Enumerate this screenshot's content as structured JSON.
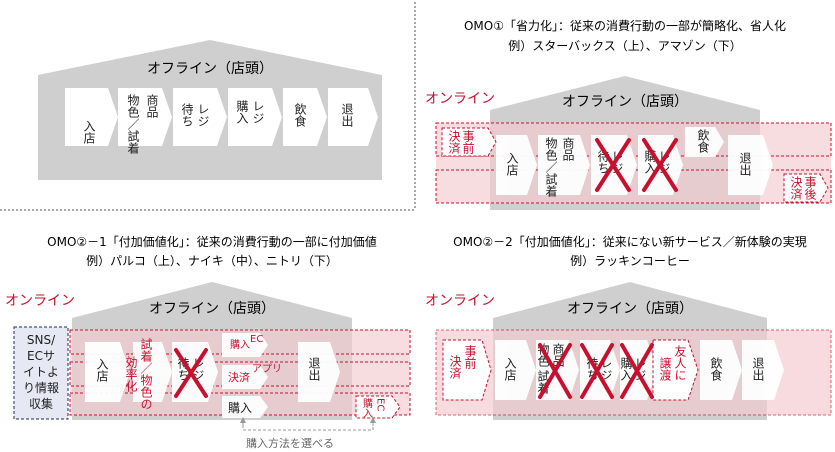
{
  "panel_tl": {
    "house_title": "オフライン（店頭）",
    "steps": [
      "入店",
      "物色／試着",
      "商品",
      "待ち",
      "レジ",
      "購入",
      "レジ",
      "飲食",
      "退出"
    ]
  },
  "panel_tr": {
    "caption_line1": "OMO①「省力化」：従来の消費行動の一部が簡略化、省人化",
    "caption_line2": "例）スターバックス（上）、アマゾン（下）",
    "online_label": "オンライン",
    "house_title": "オフライン（店頭）",
    "steps": [
      "入店",
      "物色／試着",
      "商品",
      "待ち",
      "レジ",
      "購入",
      "レジ",
      "飲食",
      "退出"
    ],
    "tags": [
      "事前",
      "決済",
      "決済",
      "事後"
    ]
  },
  "panel_bl": {
    "caption_line1": "OMO②－1「付加価値化」：従来の消費行動の一部に付加価値",
    "caption_line2": "例）パルコ（上）、ナイキ（中）、ニトリ（下）",
    "online_label": "オンライン",
    "house_title": "オフライン（店頭）",
    "info_box": [
      "SNS/",
      "ECサ",
      "イトよ",
      "り情報",
      "収集"
    ],
    "steps": [
      "入店",
      "試着／物色の",
      "効率化",
      "待ち",
      "レジ",
      "購入",
      "EC",
      "決済",
      "アプリ",
      "購入",
      "退出",
      "購入",
      "EC"
    ],
    "note": "購入方法を選べる"
  },
  "panel_br": {
    "caption_line1": "OMO②－2「付加価値化」：従来にない新サービス／新体験の実現",
    "caption_line2": "例）ラッキンコーヒー",
    "online_label": "オンライン",
    "house_title": "オフライン（店頭）",
    "steps": [
      "事前",
      "決済",
      "入店",
      "物色",
      "商品",
      "試着",
      "待ち",
      "レジ",
      "購入",
      "レジ",
      "譲渡",
      "友人に",
      "飲食",
      "退出"
    ]
  },
  "colors": {
    "house": "#cfcfcf",
    "accent_red": "#c8102e",
    "online_fill": "#f3c9cf",
    "box_blue": "#1e2a6e"
  }
}
